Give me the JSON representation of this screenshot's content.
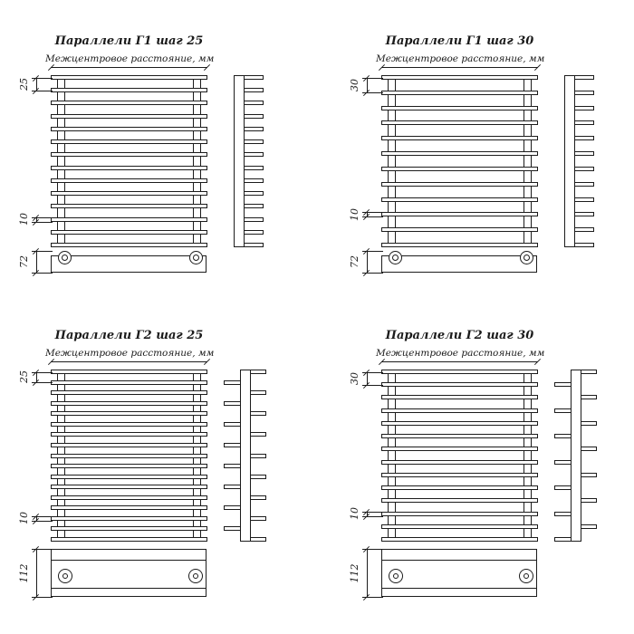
{
  "document": {
    "background": "#ffffff",
    "line_color": "#1c1c1c"
  },
  "panels": [
    {
      "title": "Параллели Г1 шаг 25",
      "subtitle": "Межцентровое расстояние, мм",
      "type": "single",
      "bar_count": 14,
      "dims": {
        "step": "25",
        "gap": "10",
        "height": "72"
      },
      "bottom": "low"
    },
    {
      "title": "Параллели Г1 шаг 30",
      "subtitle": "Межцентровое расстояние, мм",
      "type": "single",
      "bar_count": 12,
      "dims": {
        "step": "30",
        "gap": "10",
        "height": "72"
      },
      "bottom": "low"
    },
    {
      "title": "Параллели Г2 шаг 25",
      "subtitle": "Межцентровое расстояние, мм",
      "type": "double",
      "bar_count": 17,
      "dims": {
        "step": "25",
        "gap": "10",
        "height": "112"
      },
      "bottom": "tall"
    },
    {
      "title": "Параллели Г2 шаг 30",
      "subtitle": "Межцентровое расстояние, мм",
      "type": "double",
      "bar_count": 14,
      "dims": {
        "step": "30",
        "gap": "10",
        "height": "112"
      },
      "bottom": "tall"
    }
  ]
}
